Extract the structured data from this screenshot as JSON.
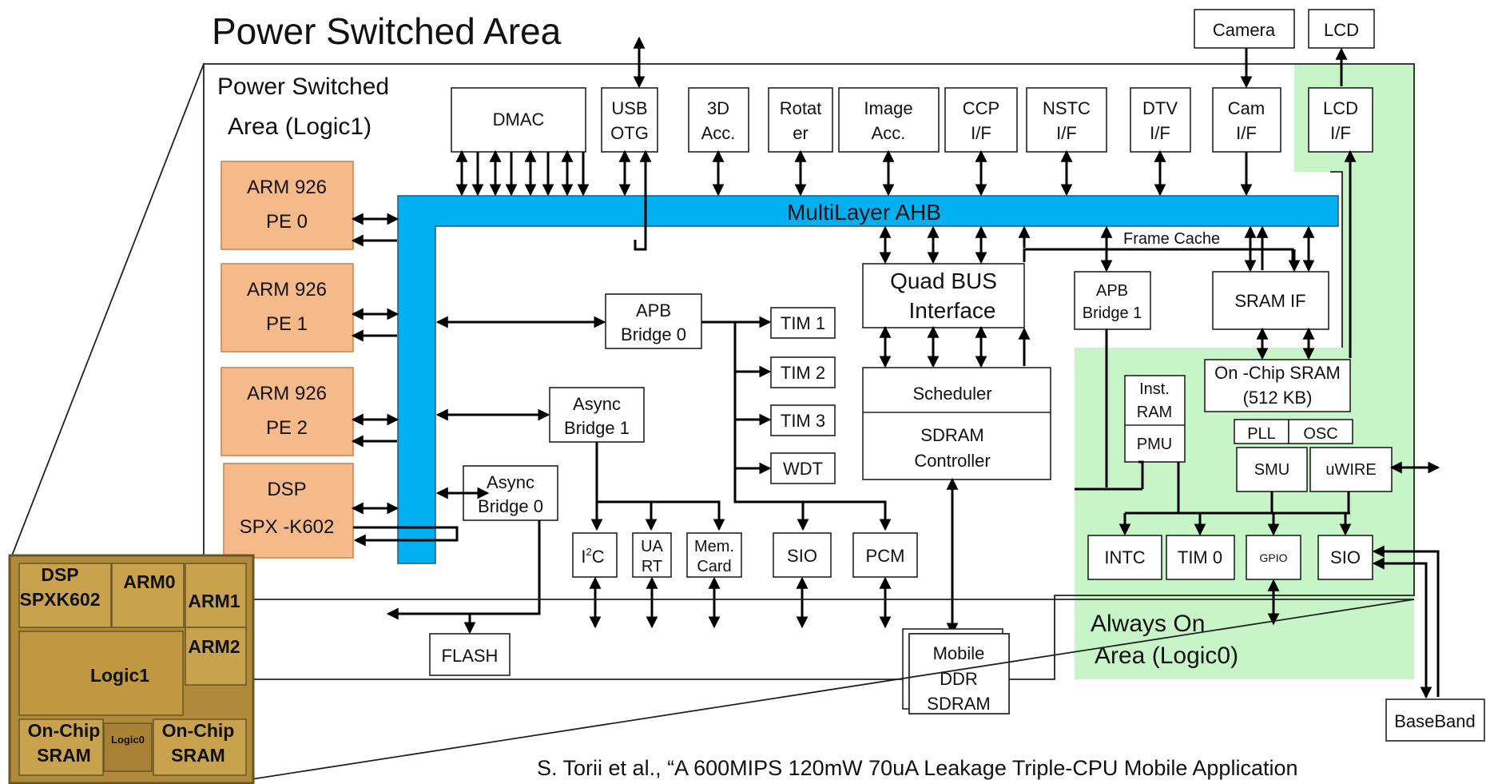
{
  "title": "Power Switched Area",
  "region_logic1": [
    "Power Switched",
    "Area  (Logic1)"
  ],
  "region_logic0": [
    "Always On",
    "Area  (Logic0)"
  ],
  "bus": {
    "ahb": "MultiLayer AHB",
    "frame_cache": "Frame Cache"
  },
  "processors": [
    {
      "line1": "ARM  926",
      "line2": "PE 0"
    },
    {
      "line1": "ARM  926",
      "line2": "PE 1"
    },
    {
      "line1": "ARM  926",
      "line2": "PE 2"
    },
    {
      "line1": "DSP",
      "line2": "SPX -K602"
    }
  ],
  "top_peripherals": [
    {
      "line1": "DMAC",
      "line2": ""
    },
    {
      "line1": "USB",
      "line2": "OTG"
    },
    {
      "line1": "3D",
      "line2": "Acc."
    },
    {
      "line1": "Rotat",
      "line2": "er"
    },
    {
      "line1": "Image",
      "line2": "Acc."
    },
    {
      "line1": "CCP",
      "line2": "I/F"
    },
    {
      "line1": "NSTC",
      "line2": "I/F"
    },
    {
      "line1": "DTV",
      "line2": "I/F"
    },
    {
      "line1": "Cam",
      "line2": "I/F"
    },
    {
      "line1": "LCD",
      "line2": "I/F"
    }
  ],
  "external": {
    "camera": "Camera",
    "lcd": "LCD",
    "flash": "FLASH",
    "ddr": [
      "Mobile",
      "DDR",
      "SDRAM"
    ],
    "baseband": "BaseBand"
  },
  "bridges": {
    "apb0": [
      "APB",
      "Bridge 0"
    ],
    "apb1": [
      "APB",
      "Bridge 1"
    ],
    "async1": [
      "Async",
      "Bridge 1"
    ],
    "async0": [
      "Async",
      "Bridge 0"
    ]
  },
  "timers": [
    "TIM 1",
    "TIM 2",
    "TIM 3",
    "WDT"
  ],
  "low_io": {
    "i2c_base": "I",
    "i2c_sup": "2",
    "i2c_tail": "C",
    "uart": [
      "UA",
      "RT"
    ],
    "mem": [
      "Mem.",
      "Card"
    ],
    "sio": "SIO",
    "pcm": "PCM"
  },
  "quad_bus": [
    "Quad BUS",
    "Interface"
  ],
  "scheduler": "Scheduler",
  "sdram_ctrl": [
    "SDRAM",
    "Controller"
  ],
  "sram_if": "SRAM    IF",
  "onchip_sram": [
    "On -Chip SRAM",
    "(512 KB)"
  ],
  "inst_ram": [
    "Inst.",
    "RAM"
  ],
  "pmu": "PMU",
  "pll": "PLL",
  "osc": "OSC",
  "smu": "SMU",
  "uwire": "uWIRE",
  "always_on_blocks": [
    "INTC",
    "TIM 0",
    "GPIO",
    "SIO"
  ],
  "die": {
    "dsp": [
      "DSP",
      "SPXK602"
    ],
    "arm0": "ARM0",
    "arm1": "ARM1",
    "arm2": "ARM2",
    "logic1": "Logic1",
    "logic0": "Logic0",
    "sram_left": [
      "On-Chip",
      "SRAM"
    ],
    "sram_right": [
      "On-Chip",
      "SRAM"
    ],
    "colors": {
      "die": "#b08a3a",
      "die_light": "#c9a24e",
      "die_border": "#6b5424"
    }
  },
  "citation": "S. Torii et al., “A 600MIPS 120mW 70uA Leakage Triple-CPU Mobile Application",
  "colors": {
    "bus": "#00b0f0",
    "pe": "#f6b98a",
    "always_on": "#c8f5c8"
  }
}
